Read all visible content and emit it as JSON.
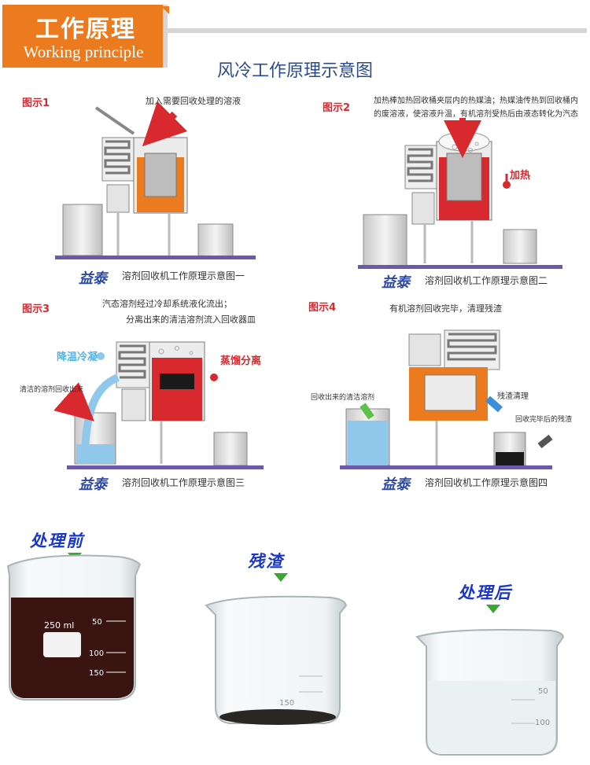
{
  "header": {
    "title": "工作原理",
    "subtitle": "Working principle"
  },
  "main_title": "风冷工作原理示意图",
  "brand": "益泰",
  "panels": [
    {
      "label": "图示1",
      "note": "加入需要回收处理的溶液",
      "caption": "溶剂回收机工作原理示意图一"
    },
    {
      "label": "图示2",
      "note_line1": "加热棒加热回收桶夹层内的热媒油；热媒油传热到回收桶内",
      "note_line2": "的废溶液，使溶液升温，有机溶剂受热后由液态转化为汽态",
      "hot_label": "加热",
      "caption": "溶剂回收机工作原理示意图二"
    },
    {
      "label": "图示3",
      "note_line1": "汽态溶剂经过冷却系统液化流出；",
      "note_line2": "分离出来的清洁溶剂流入回收器皿",
      "cool_label": "降温冷凝",
      "hot_label": "蒸馏分离",
      "side_note": "清洁的溶剂回收出来",
      "caption": "溶剂回收机工作原理示意图三"
    },
    {
      "label": "图示4",
      "note": "有机溶剂回收完毕，清理残渣",
      "side_note": "回收出来的清洁溶剂",
      "residue_note": "残渣清理",
      "residue_done_note": "回收完毕后的残渣",
      "caption": "溶剂回收机工作原理示意图四"
    }
  ],
  "photos": {
    "before_label": "处理前",
    "residue_label": "残渣",
    "after_label": "处理后",
    "beaker_volume": "250 ml",
    "scale_marks": [
      "50",
      "100",
      "150"
    ],
    "colors": {
      "before_liquid": "#3a1410",
      "residue": "#2a2622",
      "after_liquid": "#eaf1f3"
    }
  },
  "colors": {
    "orange": "#ec7a1e",
    "red": "#d8292f",
    "blue_liquid": "#8fc8ea",
    "arrow_red": "#d8292f",
    "arrow_green": "#5cc04a",
    "arrow_blue": "#3a8fd8",
    "floor": "#6c5aa8"
  }
}
